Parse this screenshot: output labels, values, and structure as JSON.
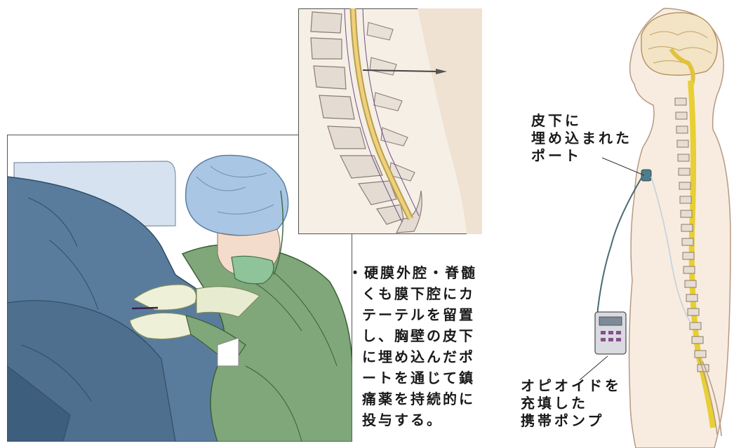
{
  "procedure_caption": [
    "・硬膜外腔・脊髄",
    "くも膜下腔にカ",
    "テーテルを留置",
    "し、胸壁の皮下",
    "に埋め込んだポ",
    "ートを通じて鎮",
    "痛薬を持続的に",
    "投与する。"
  ],
  "port_label": [
    "皮下に",
    "埋め込まれた",
    "ポート"
  ],
  "pump_label": [
    "オピオイドを",
    "充填した",
    "携帯ポンプ"
  ]
}
